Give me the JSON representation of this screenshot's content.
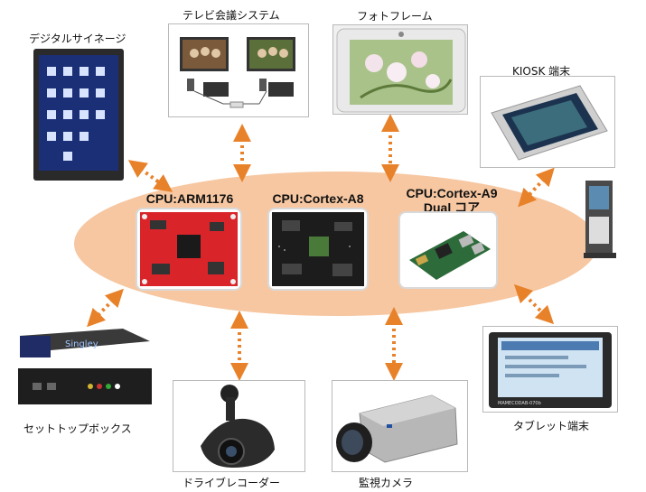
{
  "devices": {
    "digital_signage": "デジタルサイネージ",
    "tv_conference": "テレビ会議システム",
    "photo_frame": "フォトフレーム",
    "kiosk": "KIOSK 端末",
    "set_top_box": "セットトップボックス",
    "drive_recorder": "ドライブレコーダー",
    "surveillance_camera": "監視カメラ",
    "tablet": "タブレット端末"
  },
  "cpus": {
    "arm1176": "CPU:ARM1176",
    "cortex_a8": "CPU:Cortex-A8",
    "cortex_a9_line1": "CPU:Cortex-A9",
    "cortex_a9_line2": "Dual コア"
  },
  "product_text": {
    "tablet_model": "MAMECODAB-070b",
    "stb_brand": "Singley"
  },
  "colors": {
    "ellipse": "#f5c9a4",
    "arrow": "#e8822a",
    "arm_board": "#d9252a",
    "cortex_a8_board": "#1c1c1c",
    "cortex_a9_board": "#2d6b3a"
  },
  "icons": [
    "double-arrow-icon"
  ]
}
